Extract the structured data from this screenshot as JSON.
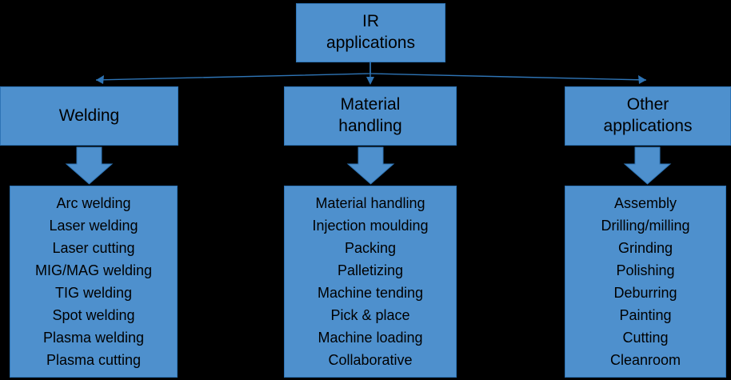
{
  "diagram": {
    "title_node": {
      "lines": [
        "IR",
        "applications"
      ]
    },
    "branches": [
      {
        "id": "welding",
        "header": [
          "Welding"
        ],
        "items": [
          "Arc welding",
          "Laser welding",
          "Laser cutting",
          "MIG/MAG welding",
          "TIG welding",
          "Spot welding",
          "Plasma welding",
          "Plasma cutting"
        ]
      },
      {
        "id": "material-handling",
        "header": [
          "Material",
          "handling"
        ],
        "items": [
          "Material handling",
          "Injection moulding",
          "Packing",
          "Palletizing",
          "Machine tending",
          "Pick & place",
          "Machine loading",
          "Collaborative"
        ]
      },
      {
        "id": "other",
        "header": [
          "Other",
          "applications"
        ],
        "items": [
          "Assembly",
          "Drilling/milling",
          "Grinding",
          "Polishing",
          "Deburring",
          "Painting",
          "Cutting",
          "Cleanroom"
        ]
      }
    ],
    "colors": {
      "box_fill": "#4E90CD",
      "box_stroke": "#2E74B5",
      "background": "#000000",
      "text": "#000000",
      "arrow_fill": "#4E90CD",
      "thin_connector": "#2E74B5"
    }
  }
}
